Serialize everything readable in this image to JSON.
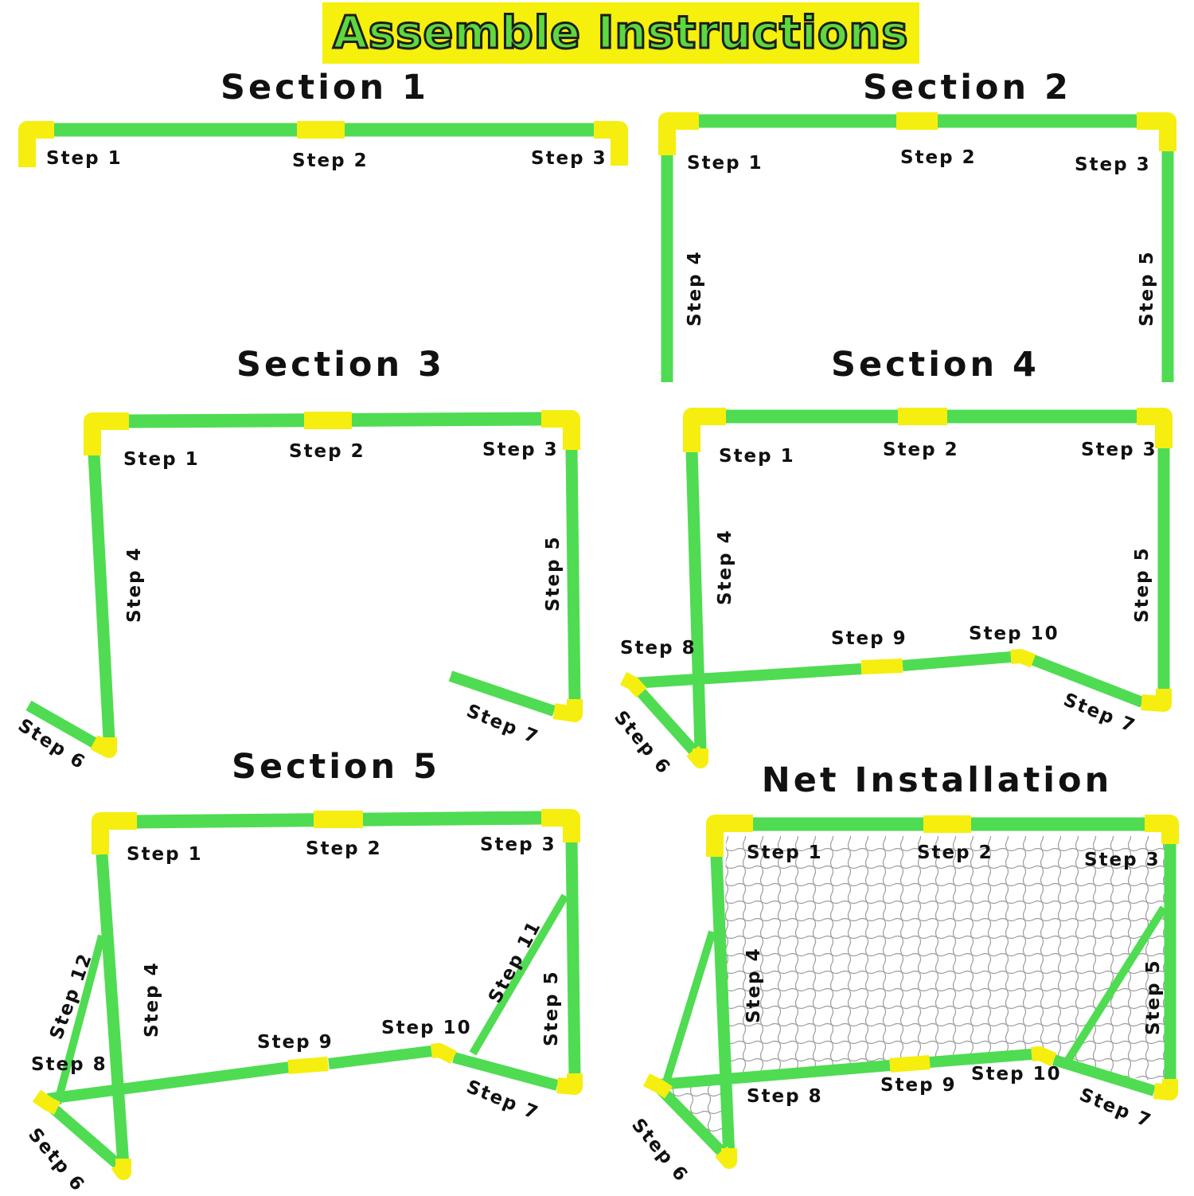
{
  "title": "Assemble Instructions",
  "colors": {
    "tube": "#4fdc52",
    "joint": "#f6ee0f",
    "banner": "#f5f00c",
    "net": "#8a8a8a"
  },
  "sections": [
    {
      "title": "Section 1",
      "steps": [
        "Step 1",
        "Step 2",
        "Step 3"
      ]
    },
    {
      "title": "Section 2",
      "steps": [
        "Step 1",
        "Step 2",
        "Step 3",
        "Step 4",
        "Step 5"
      ]
    },
    {
      "title": "Section 3",
      "steps": [
        "Step 1",
        "Step 2",
        "Step 3",
        "Step 4",
        "Step 5",
        "Step 6",
        "Step 7"
      ]
    },
    {
      "title": "Section 4",
      "steps": [
        "Step 1",
        "Step 2",
        "Step 3",
        "Step 4",
        "Step 5",
        "Step 6",
        "Step 7",
        "Step 8",
        "Step 9",
        "Step 10"
      ]
    },
    {
      "title": "Section 5",
      "steps": [
        "Step 1",
        "Step 2",
        "Step 3",
        "Step 4",
        "Step 5",
        "Setp 6",
        "Step 7",
        "Step 8",
        "Step 9",
        "Step 10",
        "Step 11",
        "Step 12"
      ]
    },
    {
      "title": "Net Installation",
      "steps": [
        "Step 1",
        "Step 2",
        "Step 3",
        "Step 4",
        "Step 5",
        "Step 6",
        "Step 7",
        "Step 8",
        "Step 9",
        "Step 10"
      ]
    }
  ]
}
